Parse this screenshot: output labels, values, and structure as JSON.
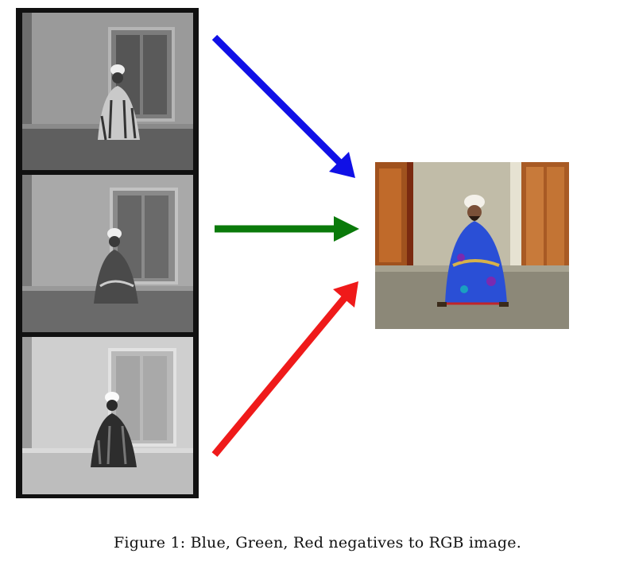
{
  "figure": {
    "caption": "Figure 1: Blue, Green, Red negatives to RGB image.",
    "negatives": [
      {
        "channel": "blue",
        "arrow_color": "#1010e6"
      },
      {
        "channel": "green",
        "arrow_color": "#0a7a0a"
      },
      {
        "channel": "red",
        "arrow_color": "#ef1a1a"
      }
    ],
    "output": {
      "description_icon": "rgb-composite-photo"
    }
  }
}
